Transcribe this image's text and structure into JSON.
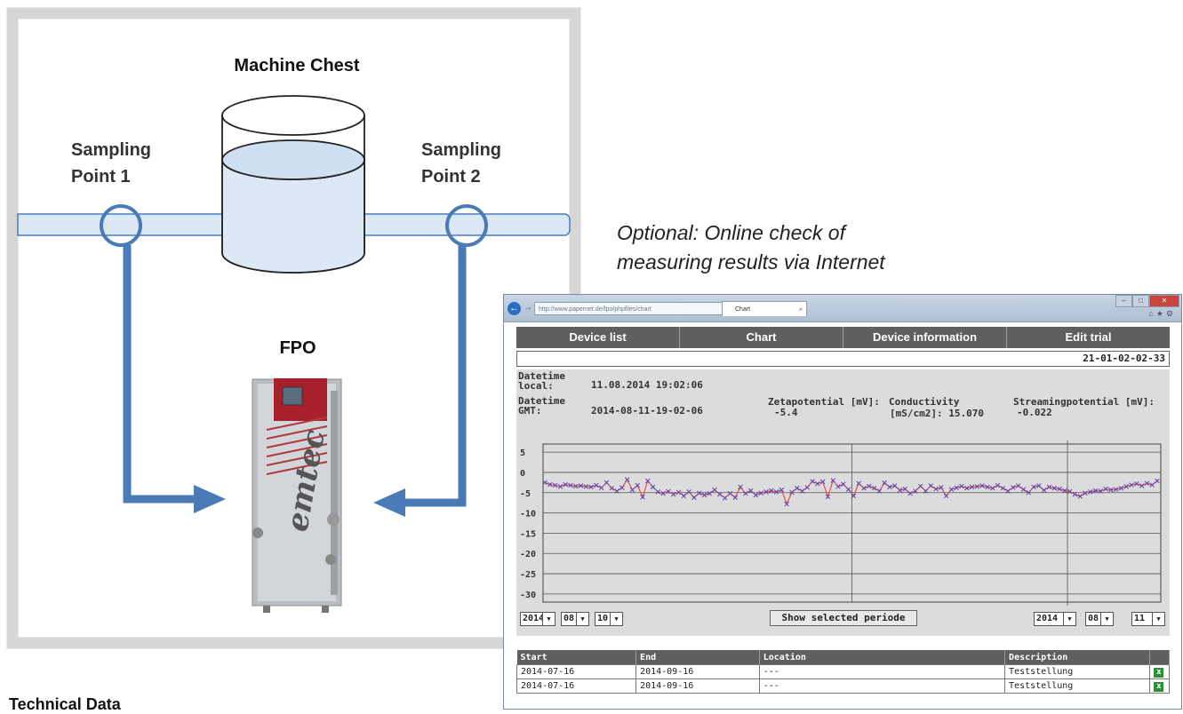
{
  "diagram": {
    "tank_title": "Machine Chest",
    "sampling_point_1": [
      "Sampling",
      "Point 1"
    ],
    "sampling_point_2": [
      "Sampling",
      "Point 2"
    ],
    "device_label": "FPO",
    "device_brand": "emtec"
  },
  "caption": [
    "Optional: Online check of",
    "measuring results via Internet"
  ],
  "technical_heading": "Technical Data",
  "browser": {
    "tab_title": "Chart",
    "address": "http://www.papernet.de/fpo/phpfiles/chart",
    "menu": [
      "Device list",
      "Chart",
      "Device information",
      "Edit trial"
    ],
    "device_id": "21-01-02-02-33",
    "readout": {
      "datetime_local_label": [
        "Datetime",
        "local:"
      ],
      "datetime_local": "11.08.2014 19:02:06",
      "datetime_gmt_label": [
        "Datetime",
        "GMT:"
      ],
      "datetime_gmt": "2014-08-11-19-02-06",
      "zeta_label": "Zetapotential [mV]:",
      "zeta_value": "-5.4",
      "conductivity_label": [
        "Conductivity",
        "[mS/cm2]: 15.070"
      ],
      "streaming_label": "Streamingpotential [mV]:",
      "streaming_value": "-0.022"
    },
    "from_date": {
      "year": "2014",
      "month": "08",
      "day": "10"
    },
    "to_date": {
      "year": "2014",
      "month": "08",
      "day": "11"
    },
    "show_button": "Show selected periode",
    "trials": {
      "columns": [
        "Start",
        "End",
        "Location",
        "Description",
        ""
      ],
      "rows": [
        [
          "2014-07-16",
          "2014-09-16",
          "---",
          "Teststellung"
        ],
        [
          "2014-07-16",
          "2014-09-16",
          "---",
          "Teststellung"
        ]
      ]
    }
  },
  "chart_data": {
    "type": "line",
    "ylim": [
      -32,
      7
    ],
    "yticks": [
      5,
      0,
      -5,
      -10,
      -15,
      -20,
      -25,
      -30
    ],
    "grid": true,
    "series": [
      {
        "values": [
          -2.5,
          -3,
          -3.2,
          -3.5,
          -3,
          -3.2,
          -3.4,
          -3.3,
          -3.5,
          -3.6,
          -3.2,
          -3.8,
          -2.5,
          -3.9,
          -4.6,
          -3.8,
          -1.8,
          -4.3,
          -3.2,
          -6.1,
          -2.1,
          -3.6,
          -4.8,
          -5.2,
          -4.7,
          -5.4,
          -4.9,
          -5.8,
          -4.8,
          -6.2,
          -5.1,
          -5.6,
          -5.2,
          -4.3,
          -5.4,
          -6.3,
          -5.2,
          -6.2,
          -3.6,
          -5.2,
          -4.5,
          -5.6,
          -5.1,
          -4.8,
          -4.5,
          -4.8,
          -4.3,
          -7.8,
          -4.9,
          -3.9,
          -4.6,
          -3.7,
          -2.2,
          -2.8,
          -2.3,
          -6,
          -2,
          -3.5,
          -2.9,
          -4.2,
          -5.8,
          -2.7,
          -3.9,
          -3.4,
          -3.9,
          -4.6,
          -2.6,
          -3.6,
          -3.3,
          -4.4,
          -4.1,
          -5.2,
          -4.6,
          -3.4,
          -4.6,
          -3.3,
          -4.1,
          -3.7,
          -5.8,
          -4.2,
          -3.8,
          -3.4,
          -3.9,
          -3.6,
          -3.5,
          -3.3,
          -3.6,
          -3.9,
          -3.2,
          -3.9,
          -4.6,
          -3.7,
          -3.3,
          -4.2,
          -5,
          -3.6,
          -3.3,
          -4.4,
          -3.6,
          -3.9,
          -4.1,
          -4.5,
          -4.7,
          -5.4,
          -5.9,
          -5.1,
          -4.8,
          -4.5,
          -4.6,
          -4.1,
          -4.3,
          -4.2,
          -3.9,
          -3.5,
          -3.1,
          -2.8,
          -3.3,
          -2.7,
          -3.1,
          -2.1
        ]
      }
    ]
  },
  "colors": {
    "pipe_fill": "#dce8f6",
    "pipe_stroke": "#4a7bb7",
    "arrow": "#4a7bb7",
    "menu_bg": "#5f5f5f",
    "series_line": "#e05050",
    "series_marker": "#5a3fb0"
  }
}
